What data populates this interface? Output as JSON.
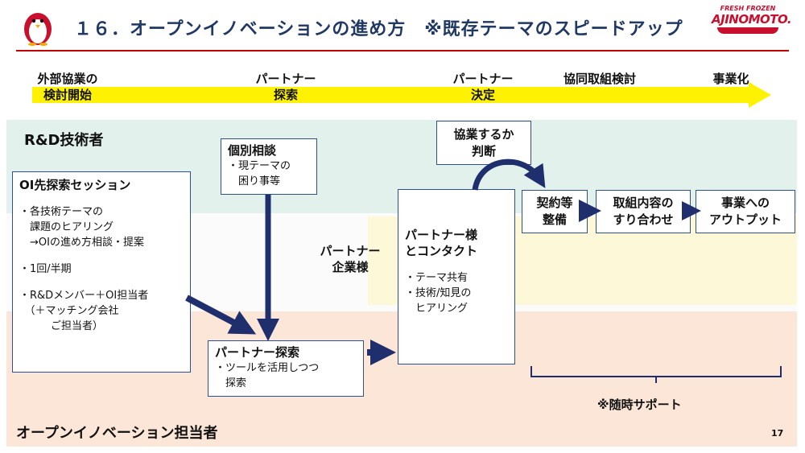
{
  "header": {
    "title": "１６．オープンイノベーションの進め方　※既存テーマのスピードアップ",
    "brand_top": "FRESH FROZEN",
    "brand_main": "AJINOMOTO."
  },
  "timeline": {
    "stages": [
      {
        "label": "外部協業の\n検討開始"
      },
      {
        "label": "パートナー\n探索"
      },
      {
        "label": "パートナー\n決定"
      },
      {
        "label": "協同取組検討"
      },
      {
        "label": "事業化"
      }
    ]
  },
  "bands": {
    "rd_label": "R&D技術者",
    "partner_label": "パートナー\n企業様",
    "oi_label": "オープンイノベーション担当者"
  },
  "boxes": {
    "oi_session": {
      "title": "OI先探索セッション",
      "lines": [
        "・各技術テーマの",
        "　課題のヒアリング",
        "　→OIの進め方相談・提案",
        "",
        "・1回/半期",
        "",
        "・R&Dメンバー＋OI担当者",
        "　（＋マッチング会社",
        "　　　ご担当者）"
      ]
    },
    "consult": {
      "title": "個別相談",
      "lines": [
        "・現テーマの",
        "　困り事等"
      ]
    },
    "search": {
      "title": "パートナー探索",
      "lines": [
        "・ツールを活用しつつ",
        "　探索"
      ]
    },
    "contact": {
      "title": "パートナー様\nとコンタクト",
      "lines": [
        "・テーマ共有",
        "・技術/知見の",
        "　ヒアリング"
      ]
    },
    "judge": {
      "title": "協業するか\n判断"
    },
    "contract": {
      "title": "契約等\n整備"
    },
    "align": {
      "title": "取組内容の\nすり合わせ"
    },
    "output": {
      "title": "事業への\nアウトプット"
    }
  },
  "support_label": "※随時サポート",
  "page_number": "17",
  "colors": {
    "title": "#1f3864",
    "accent_red": "#c00000",
    "arrow_navy": "#1f2f6e",
    "timeline_yellow": "#fff200",
    "band_green": "#e3f1ec",
    "band_yellow": "#fdf9d8",
    "band_orange": "#fce6d8"
  }
}
